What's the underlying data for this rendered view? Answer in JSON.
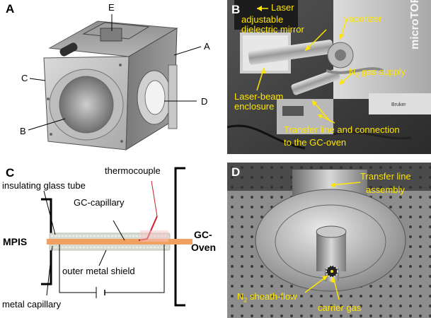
{
  "panelA": {
    "letter": "A",
    "labels": {
      "E": "E",
      "A": "A",
      "C": "C",
      "D": "D",
      "B": "B"
    }
  },
  "panelB": {
    "letter": "B",
    "labels": {
      "laser": "Laser",
      "mirror_l1": "adjustable",
      "mirror_l2": "dielectric mirror",
      "vaporizer": "vaporizer",
      "n2_prefix": "N",
      "n2_sub": "2",
      "n2_suffix": " gas supply",
      "enclosure_l1": "Laser-beam",
      "enclosure_l2": "enclosure",
      "transfer_l1": "Transfer line and connection",
      "transfer_l2": "to the GC-oven",
      "device_text": "microTOF",
      "device_brand": "Bruker"
    }
  },
  "panelC": {
    "letter": "C",
    "labels": {
      "thermocouple": "thermocouple",
      "insulating": "insulating glass tube",
      "gc_capillary": "GC-capillary",
      "mpis": "MPIS",
      "gc_oven_l1": "GC-",
      "gc_oven_l2": "Oven",
      "outer_shield": "outer metal shield",
      "metal_capillary": "metal capillary"
    }
  },
  "panelD": {
    "letter": "D",
    "labels": {
      "transfer_l1": "Transfer line",
      "transfer_l2": "assembly",
      "n2_prefix": "N",
      "n2_sub": "2",
      "n2_suffix": " sheath-flow",
      "carrier": "carrier gas"
    }
  },
  "colors": {
    "annotation_yellow": "#ffe600",
    "capillary_orange": "#f0a060",
    "thermocouple_red": "#cc1f2f",
    "glass_tube": "#d7dcd3"
  }
}
